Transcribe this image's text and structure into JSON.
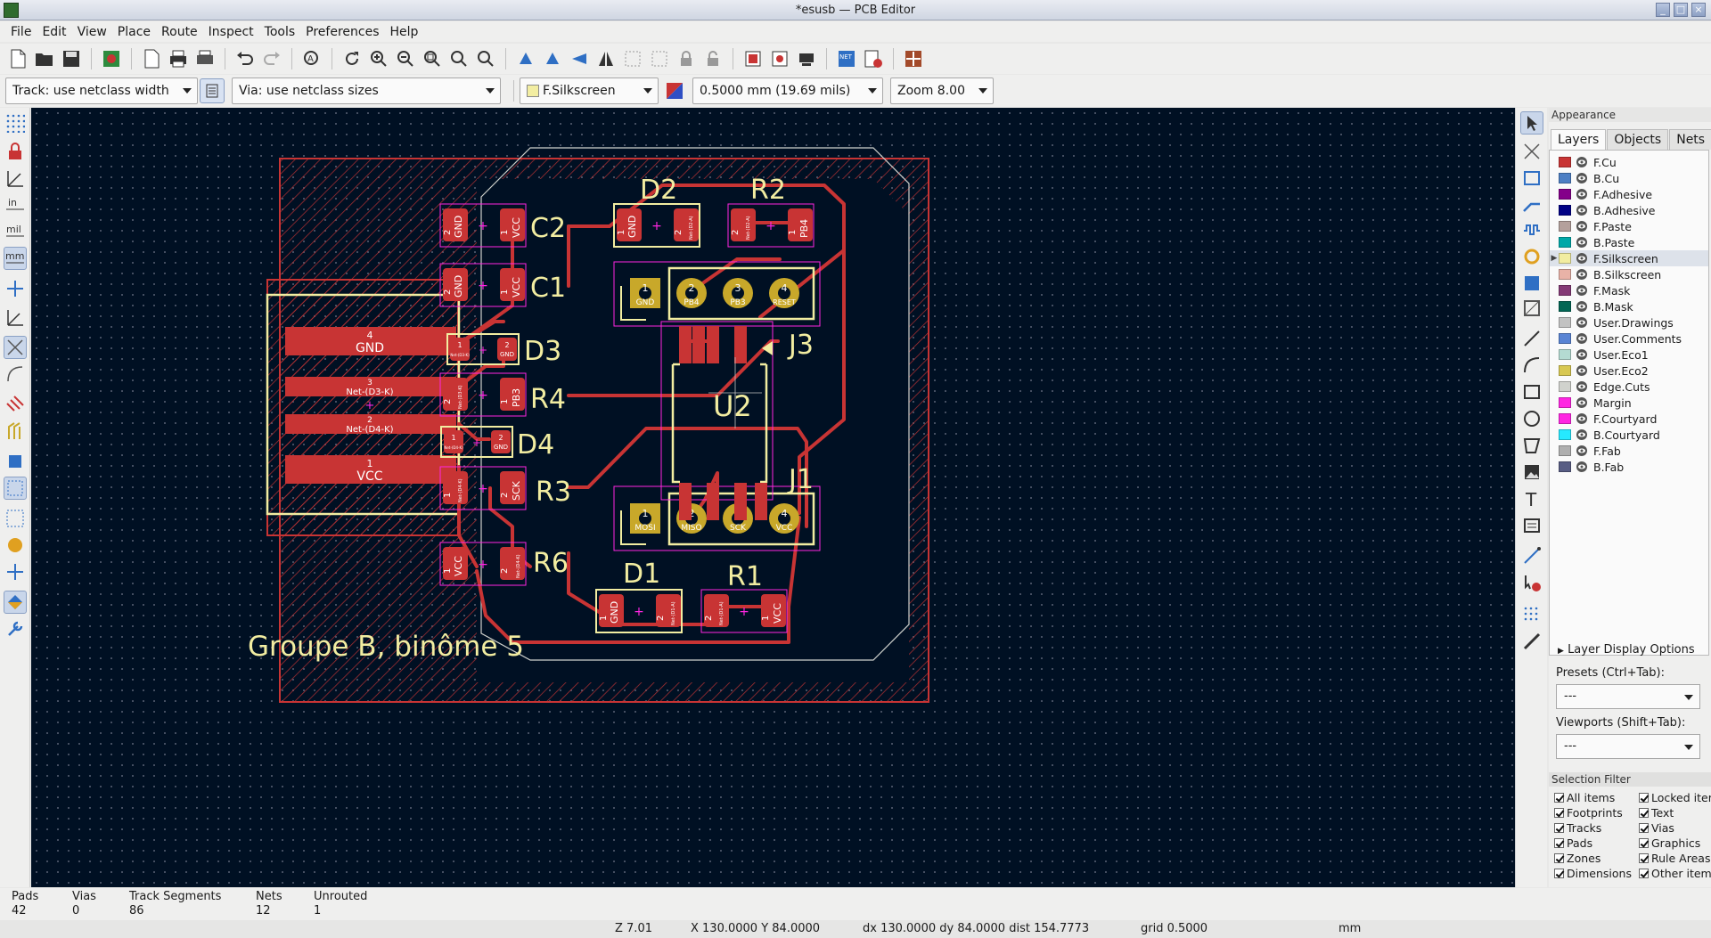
{
  "window": {
    "title": "*esusb — PCB Editor",
    "controls": [
      "_",
      "□",
      "×"
    ]
  },
  "menu": [
    "File",
    "Edit",
    "View",
    "Place",
    "Route",
    "Inspect",
    "Tools",
    "Preferences",
    "Help"
  ],
  "toolbar2": {
    "track": "Track: use netclass width",
    "via": "Via: use netclass sizes",
    "layer": "F.Silkscreen",
    "grid": "0.5000 mm (19.69 mils)",
    "zoom": "Zoom 8.00"
  },
  "left_toolbar_labels": {
    "inch": "in",
    "mil": "mil",
    "mm": "mm"
  },
  "board": {
    "title_text": "Groupe B, binôme 5",
    "refs": {
      "D2": "D2",
      "R2": "R2",
      "C2": "C2",
      "C1": "C1",
      "D3": "D3",
      "R4": "R4",
      "D4": "D4",
      "R3": "R3",
      "R6": "R6",
      "D1": "D1",
      "R1": "R1",
      "J3": "J3",
      "J1": "J1",
      "U2": "U2"
    },
    "usb_pads": [
      {
        "num": "4",
        "net": "GND"
      },
      {
        "num": "3",
        "net": "Net-(D3-K)"
      },
      {
        "num": "2",
        "net": "Net-(D4-K)"
      },
      {
        "num": "1",
        "net": "VCC"
      }
    ],
    "j3_pads": [
      {
        "num": "1",
        "net": "GND"
      },
      {
        "num": "2",
        "net": "PB4"
      },
      {
        "num": "3",
        "net": "PB3"
      },
      {
        "num": "4",
        "net": "RESET"
      }
    ],
    "j1_pads": [
      {
        "num": "1",
        "net": "MOSI"
      },
      {
        "num": "2",
        "net": "MISO"
      },
      {
        "num": "3",
        "net": "SCK"
      },
      {
        "num": "4",
        "net": "VCC"
      }
    ],
    "smd_pads": {
      "c2": [
        "2",
        "GND",
        "1",
        "VCC"
      ],
      "c1": [
        "2",
        "GND",
        "1",
        "VCC"
      ],
      "d2": [
        "1",
        "GND",
        "2",
        "Net-(D2-A)"
      ],
      "r2": [
        "2",
        "Net-(D2-A)",
        "1",
        "PB4"
      ],
      "d3": [
        "1",
        "Net-(D3-K)",
        "2",
        "GND"
      ],
      "r4": [
        "2",
        "Net-(D3-K)",
        "1",
        "PB3"
      ],
      "d4": [
        "1",
        "Net-(D4-K)",
        "2",
        "GND"
      ],
      "r3": [
        "1",
        "Net-(D4-K)",
        "2",
        "SCK"
      ],
      "r6": [
        "1",
        "VCC",
        "2",
        "Net-(D4-K)"
      ],
      "d1": [
        "1",
        "GND",
        "2",
        "Net-(D1-A)"
      ],
      "r1": [
        "2",
        "Net-(D1-A)",
        "1",
        "VCC"
      ]
    }
  },
  "appearance": {
    "header": "Appearance",
    "tabs": [
      "Layers",
      "Objects",
      "Nets"
    ],
    "layers": [
      {
        "name": "F.Cu",
        "color": "#c83434"
      },
      {
        "name": "B.Cu",
        "color": "#4d7fc4"
      },
      {
        "name": "F.Adhesive",
        "color": "#84008a"
      },
      {
        "name": "B.Adhesive",
        "color": "#000084"
      },
      {
        "name": "F.Paste",
        "color": "#b4a09c"
      },
      {
        "name": "B.Paste",
        "color": "#00a8a8"
      },
      {
        "name": "F.Silkscreen",
        "color": "#f2eda1"
      },
      {
        "name": "B.Silkscreen",
        "color": "#e8b2a7"
      },
      {
        "name": "F.Mask",
        "color": "#843a76"
      },
      {
        "name": "B.Mask",
        "color": "#026654"
      },
      {
        "name": "User.Drawings",
        "color": "#c2c2c2"
      },
      {
        "name": "User.Comments",
        "color": "#5984d4"
      },
      {
        "name": "User.Eco1",
        "color": "#b4dbd2"
      },
      {
        "name": "User.Eco2",
        "color": "#d8c852"
      },
      {
        "name": "Edge.Cuts",
        "color": "#d0d2cd"
      },
      {
        "name": "Margin",
        "color": "#ff26e2"
      },
      {
        "name": "F.Courtyard",
        "color": "#ff26e2"
      },
      {
        "name": "B.Courtyard",
        "color": "#26e9ff"
      },
      {
        "name": "F.Fab",
        "color": "#afafaf"
      },
      {
        "name": "B.Fab",
        "color": "#585d84"
      }
    ],
    "active_layer": "F.Silkscreen",
    "layer_display_options": "Layer Display Options",
    "presets_label": "Presets (Ctrl+Tab):",
    "presets_value": "---",
    "viewports_label": "Viewports (Shift+Tab):",
    "viewports_value": "---"
  },
  "selection_filter": {
    "header": "Selection Filter",
    "items": [
      "All items",
      "Locked items",
      "Footprints",
      "Text",
      "Tracks",
      "Vias",
      "Pads",
      "Graphics",
      "Zones",
      "Rule Areas",
      "Dimensions",
      "Other items"
    ]
  },
  "message_panel": [
    {
      "label": "Pads",
      "value": "42"
    },
    {
      "label": "Vias",
      "value": "0"
    },
    {
      "label": "Track Segments",
      "value": "86"
    },
    {
      "label": "Nets",
      "value": "12"
    },
    {
      "label": "Unrouted",
      "value": "1"
    }
  ],
  "status": {
    "zoom": "Z 7.01",
    "xy": "X 130.0000  Y 84.0000",
    "delta": "dx 130.0000  dy 84.0000  dist 154.7773",
    "grid": "grid 0.5000",
    "units": "mm"
  },
  "colors": {
    "canvas": "#001023",
    "copper": "#c83434",
    "silk": "#f2eda1",
    "courtyard": "#ff26e2",
    "tht_pad": "#c8a82a"
  }
}
